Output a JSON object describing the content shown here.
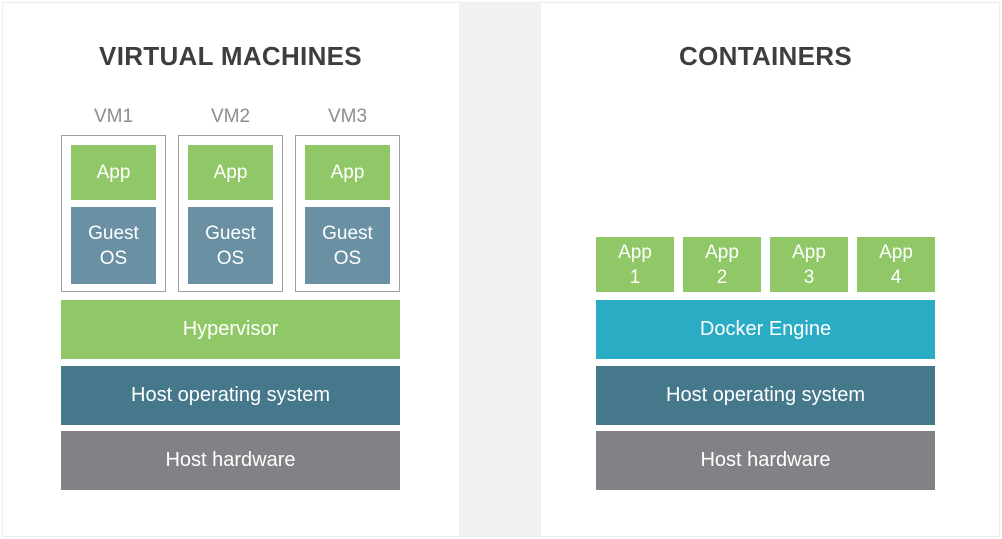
{
  "colors": {
    "app_green": "#90c868",
    "guest_os_blue": "#6a90a3",
    "docker_cyan": "#29acc4",
    "host_os_teal": "#45788a",
    "hardware_gray": "#808285",
    "title_text": "#3e3e40",
    "vm_label_gray": "#8b8d90",
    "vm_box_border": "#9d9fa2",
    "divider_gray": "#f1f1f2",
    "box_text": "#ffffff"
  },
  "vm_panel": {
    "title": "VIRTUAL MACHINES",
    "vms": [
      {
        "label": "VM1",
        "app": "App",
        "guest_os": "Guest\nOS"
      },
      {
        "label": "VM2",
        "app": "App",
        "guest_os": "Guest\nOS"
      },
      {
        "label": "VM3",
        "app": "App",
        "guest_os": "Guest\nOS"
      }
    ],
    "layers": [
      {
        "label": "Hypervisor"
      },
      {
        "label": "Host operating system"
      },
      {
        "label": "Host hardware"
      }
    ]
  },
  "containers_panel": {
    "title": "CONTAINERS",
    "apps": [
      {
        "label": "App\n1"
      },
      {
        "label": "App\n2"
      },
      {
        "label": "App\n3"
      },
      {
        "label": "App\n4"
      }
    ],
    "layers": [
      {
        "label": "Docker Engine"
      },
      {
        "label": "Host operating system"
      },
      {
        "label": "Host hardware"
      }
    ]
  }
}
